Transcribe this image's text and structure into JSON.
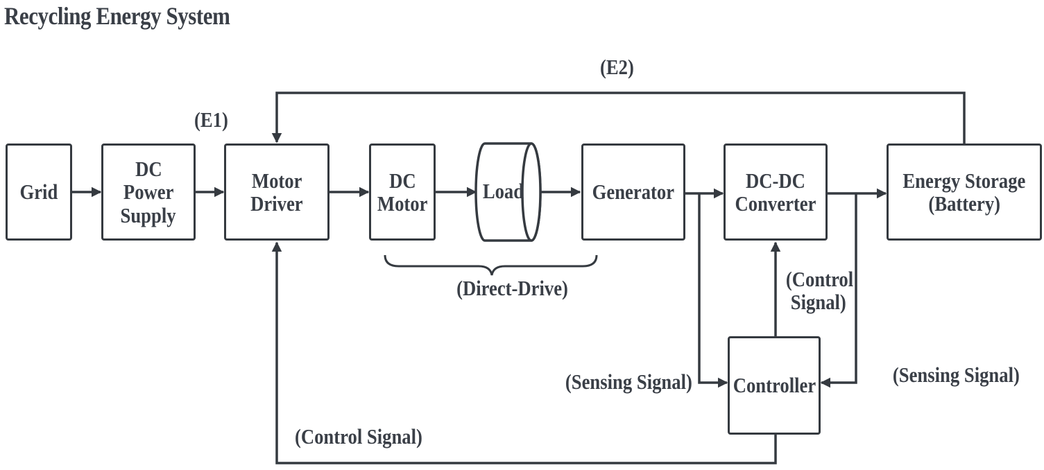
{
  "title": "Recycling Energy System",
  "blocks": {
    "grid": [
      "Grid"
    ],
    "dc_power_supply": [
      "DC",
      "Power",
      "Supply"
    ],
    "motor_driver": [
      "Motor",
      "Driver"
    ],
    "dc_motor": [
      "DC",
      "Motor"
    ],
    "load": "Load",
    "generator": [
      "Generator"
    ],
    "dc_dc_converter": [
      "DC-DC",
      "Converter"
    ],
    "energy_storage": [
      "Energy Storage",
      "(Battery)"
    ],
    "controller": [
      "Controller"
    ]
  },
  "labels": {
    "e1": "(E1)",
    "e2": "(E2)",
    "direct_drive": "(Direct-Drive)",
    "control_signal_converter": [
      "(Control",
      "Signal)"
    ],
    "sensing_signal_left": "(Sensing Signal)",
    "sensing_signal_right": "(Sensing Signal)",
    "control_signal_bottom": "(Control Signal)"
  },
  "colors": {
    "stroke": "#353a40",
    "text": "#3a3f47",
    "background": "#ffffff"
  }
}
